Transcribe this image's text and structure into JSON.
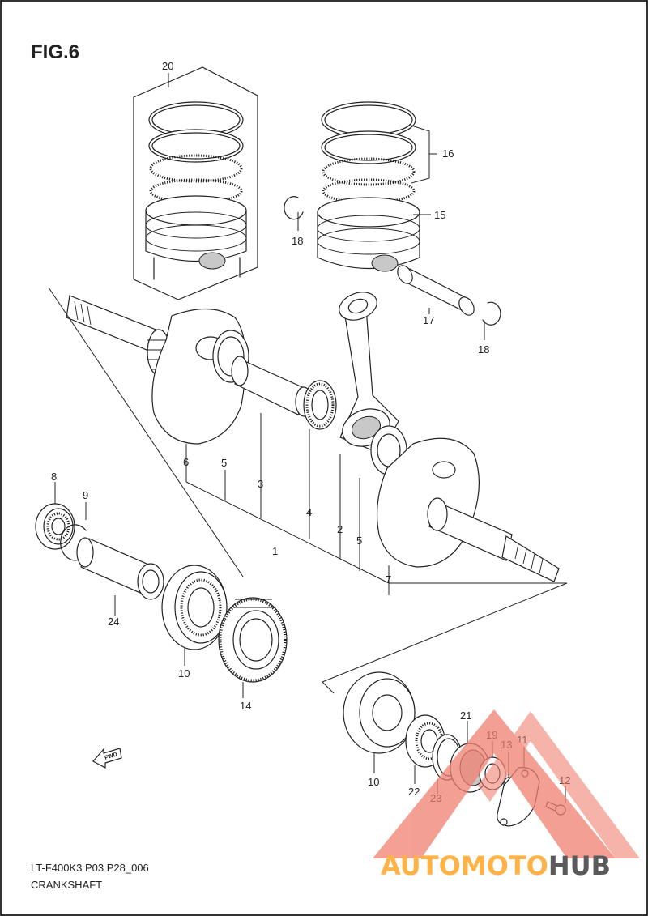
{
  "figure": {
    "title": "FIG.6"
  },
  "footer": {
    "line1": "LT-F400K3 P03 P28_006",
    "line2": "CRANKSHAFT"
  },
  "watermark": {
    "part1": "AUTOMOTO",
    "part2": "HUB",
    "color_primary": "#f08070",
    "color_secondary": "#ffb347",
    "color_dark": "#5a5a5a"
  },
  "fwd_marker": "FWD",
  "callouts": {
    "c1": "1",
    "c2": "2",
    "c3": "3",
    "c4": "4",
    "c5a": "5",
    "c5b": "5",
    "c6": "6",
    "c7": "7",
    "c8": "8",
    "c9": "9",
    "c10a": "10",
    "c10b": "10",
    "c11": "11",
    "c12": "12",
    "c13": "13",
    "c14": "14",
    "c15": "15",
    "c16": "16",
    "c17": "17",
    "c18a": "18",
    "c18b": "18",
    "c19": "19",
    "c20": "20",
    "c21": "21",
    "c22": "22",
    "c23": "23",
    "c24": "24"
  }
}
